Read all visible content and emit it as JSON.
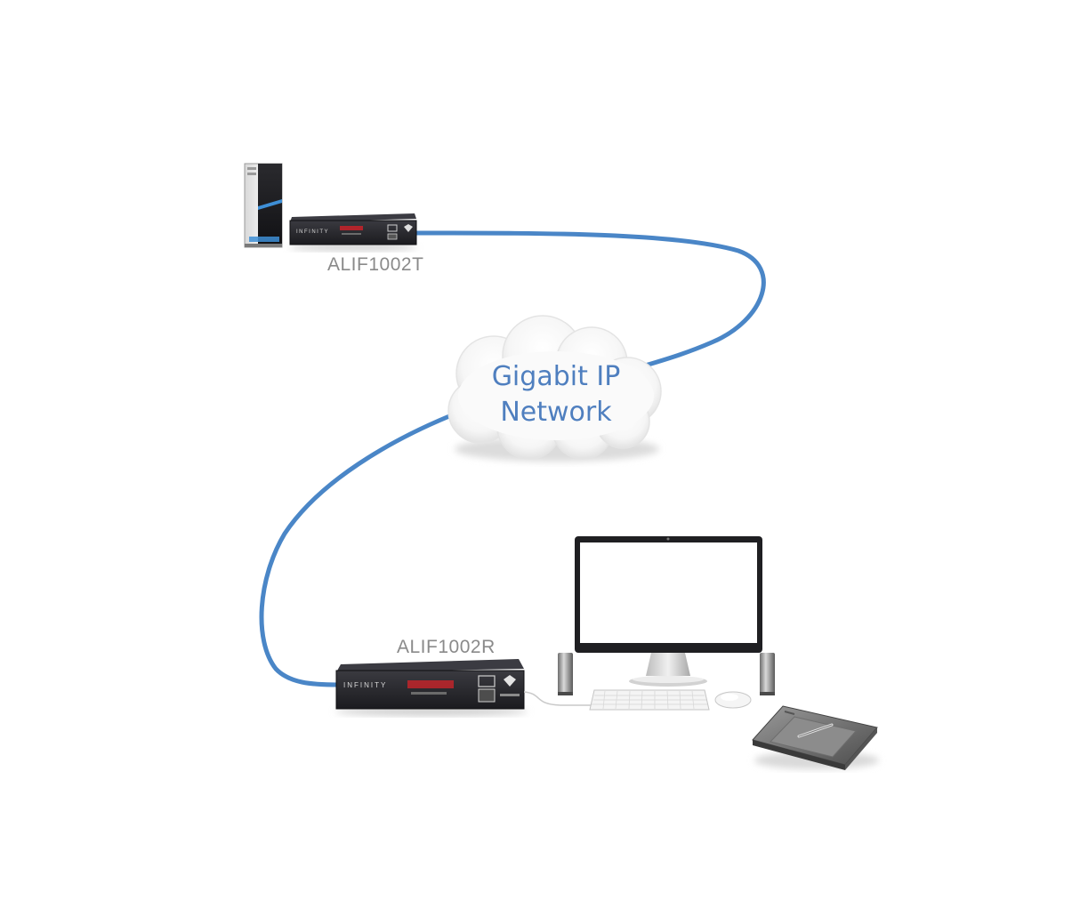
{
  "transmitter": {
    "label": "ALIF1002T",
    "brand_text": "INFINITY"
  },
  "receiver": {
    "label": "ALIF1002R",
    "brand_text": "INFINITY"
  },
  "network": {
    "line1": "Gigabit IP",
    "line2": "Network"
  },
  "colors": {
    "cable": "#4a86c7",
    "cloud_text": "#4f7fbf",
    "device_body": "#1f1f24",
    "caption": "#8a8a8a",
    "accent_red": "#c0242a",
    "tower_blue": "#3e8fd6"
  },
  "icons": [
    "pc-tower-icon",
    "kvm-extender-icon",
    "cloud-icon",
    "monitor-icon",
    "speaker-icon",
    "keyboard-icon",
    "mouse-icon",
    "graphics-tablet-icon"
  ]
}
